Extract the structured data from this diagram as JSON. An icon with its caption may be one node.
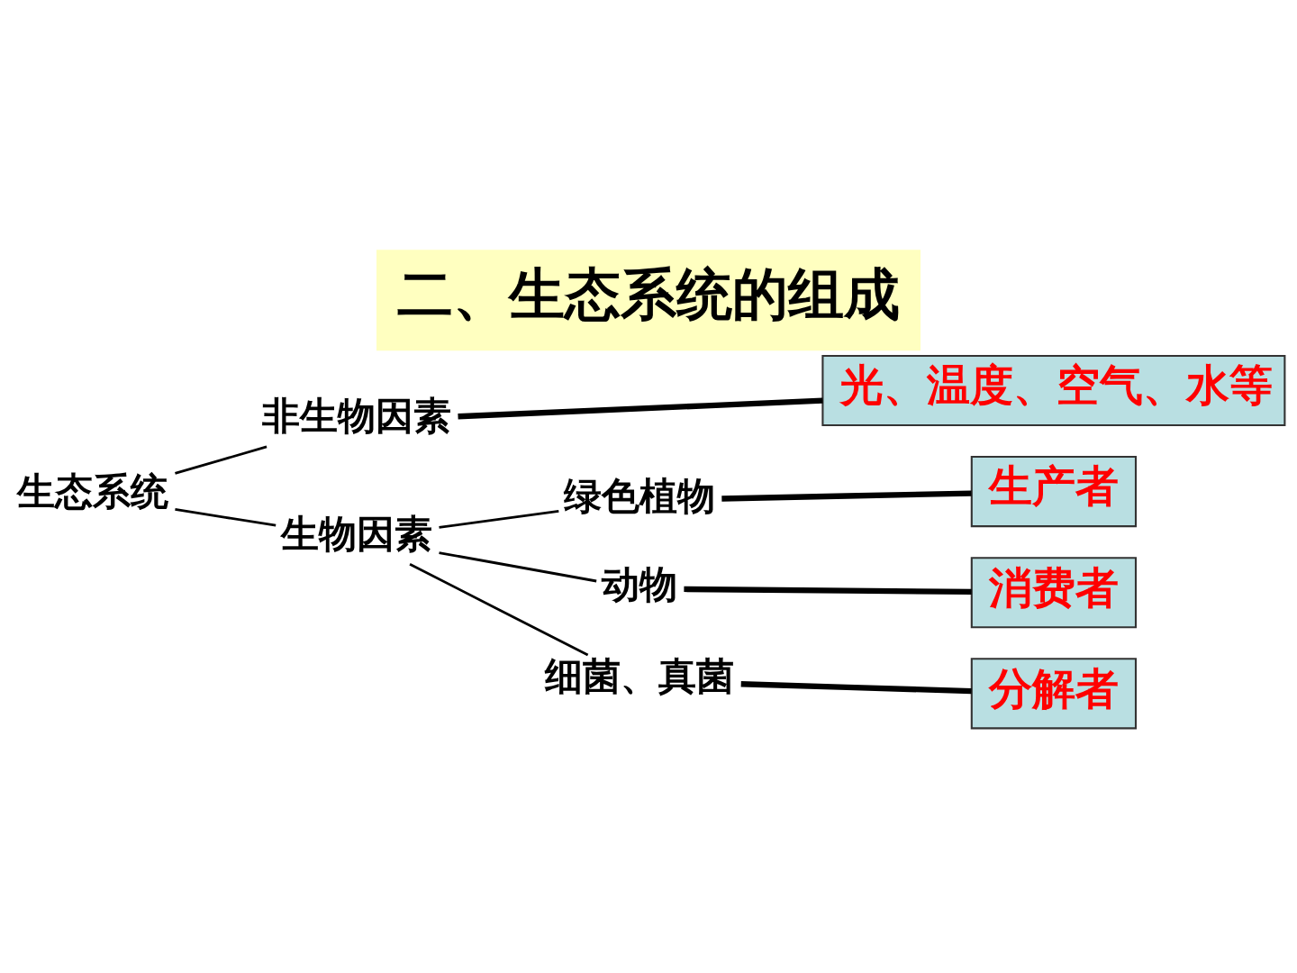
{
  "diagram": {
    "title": "二、生态系统的组成",
    "nodes": [
      {
        "text": [
          "生态系统"
        ]
      },
      {
        "text": [
          "非生物因素"
        ]
      },
      {
        "text": [
          "光、温度、空气、水等"
        ]
      },
      {
        "text": [
          "生物因素"
        ]
      },
      {
        "text": [
          "绿色植物"
        ]
      },
      {
        "text": [
          "生产者"
        ]
      },
      {
        "text": [
          "动物"
        ]
      },
      {
        "text": [
          "消费者"
        ]
      },
      {
        "text": [
          "细菌、真菌"
        ]
      },
      {
        "text": [
          "分解者"
        ]
      }
    ],
    "edges": [
      {
        "from": 0,
        "to": 1,
        "arrow": "none"
      },
      {
        "from": 0,
        "to": 3,
        "arrow": "none"
      },
      {
        "from": 1,
        "to": 2,
        "arrow": "none",
        "style": "thick"
      },
      {
        "from": 3,
        "to": 4,
        "arrow": "none"
      },
      {
        "from": 3,
        "to": 6,
        "arrow": "none"
      },
      {
        "from": 3,
        "to": 8,
        "arrow": "none"
      },
      {
        "from": 4,
        "to": 5,
        "arrow": "none",
        "style": "thick"
      },
      {
        "from": 6,
        "to": 7,
        "arrow": "none",
        "style": "thick"
      },
      {
        "from": 8,
        "to": 9,
        "arrow": "none",
        "style": "thick"
      }
    ]
  }
}
